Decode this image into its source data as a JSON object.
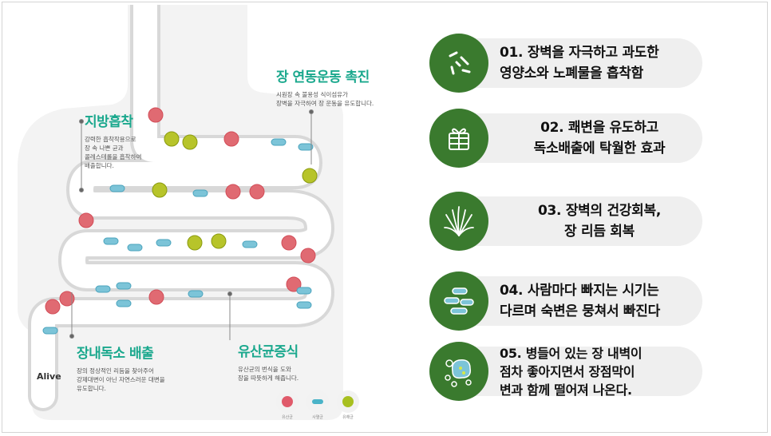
{
  "infographic": {
    "alive_label": "Alive",
    "labels": [
      {
        "key": "fat",
        "title": "지방흡착",
        "desc": [
          "강력한 흡착작용으로",
          "장 속 나쁜 균과",
          "콜레스테롤을 흡착하여",
          "배출합니다."
        ]
      },
      {
        "key": "motility",
        "title": "장 연동운동 촉진",
        "desc": [
          "시원장 속 불용성 식이섬유가",
          "장벽을 자극하여 장 운동을 유도합니다."
        ]
      },
      {
        "key": "toxin",
        "title": "장내독소 배출",
        "desc": [
          "장의 정상적인 리듬을 찾아주어",
          "강제대변이 아닌 자연스러운 대변을",
          "유도합니다."
        ]
      },
      {
        "key": "probiotic",
        "title": "유산균증식",
        "desc": [
          "유산균의 번식을 도와",
          "장을 따뜻하게 해줍니다."
        ]
      }
    ],
    "legend": [
      {
        "label": "유산균",
        "color": "#e05a6a"
      },
      {
        "label": "사멸균",
        "color": "#4ab3c8"
      },
      {
        "label": "유해균",
        "color": "#a8c020"
      }
    ],
    "colors": {
      "title_accent": "#1aa88d",
      "gut_border": "#d6d6d6",
      "icon_bg": "#3a7a2e",
      "pill_bg": "#efefef"
    }
  },
  "benefits": [
    {
      "icon": "bacteria-icon",
      "lines": [
        "01. 장벽을 자극하고 과도한",
        "영양소와 노폐물을 흡착함"
      ],
      "align": "left"
    },
    {
      "icon": "gift-box-icon",
      "lines": [
        "02. 쾌변을 유도하고",
        "독소배출에 탁월한 효과"
      ],
      "align": "center"
    },
    {
      "icon": "plant-leaves-icon",
      "lines": [
        "03. 장벽의 건강회복,",
        "장 리듬 회복"
      ],
      "align": "center"
    },
    {
      "icon": "capsule-bacteria-icon",
      "lines": [
        "04. 사람마다 빠지는 시기는",
        "다르며 숙변은 뭉쳐서 빠진다"
      ],
      "align": "left"
    },
    {
      "icon": "microbe-cells-icon",
      "lines": [
        "05. 병들어 있는 장 내벽이",
        "점차 좋아지면서 장점막이",
        "변과 함께 떨어져 나온다."
      ],
      "align": "left"
    }
  ]
}
